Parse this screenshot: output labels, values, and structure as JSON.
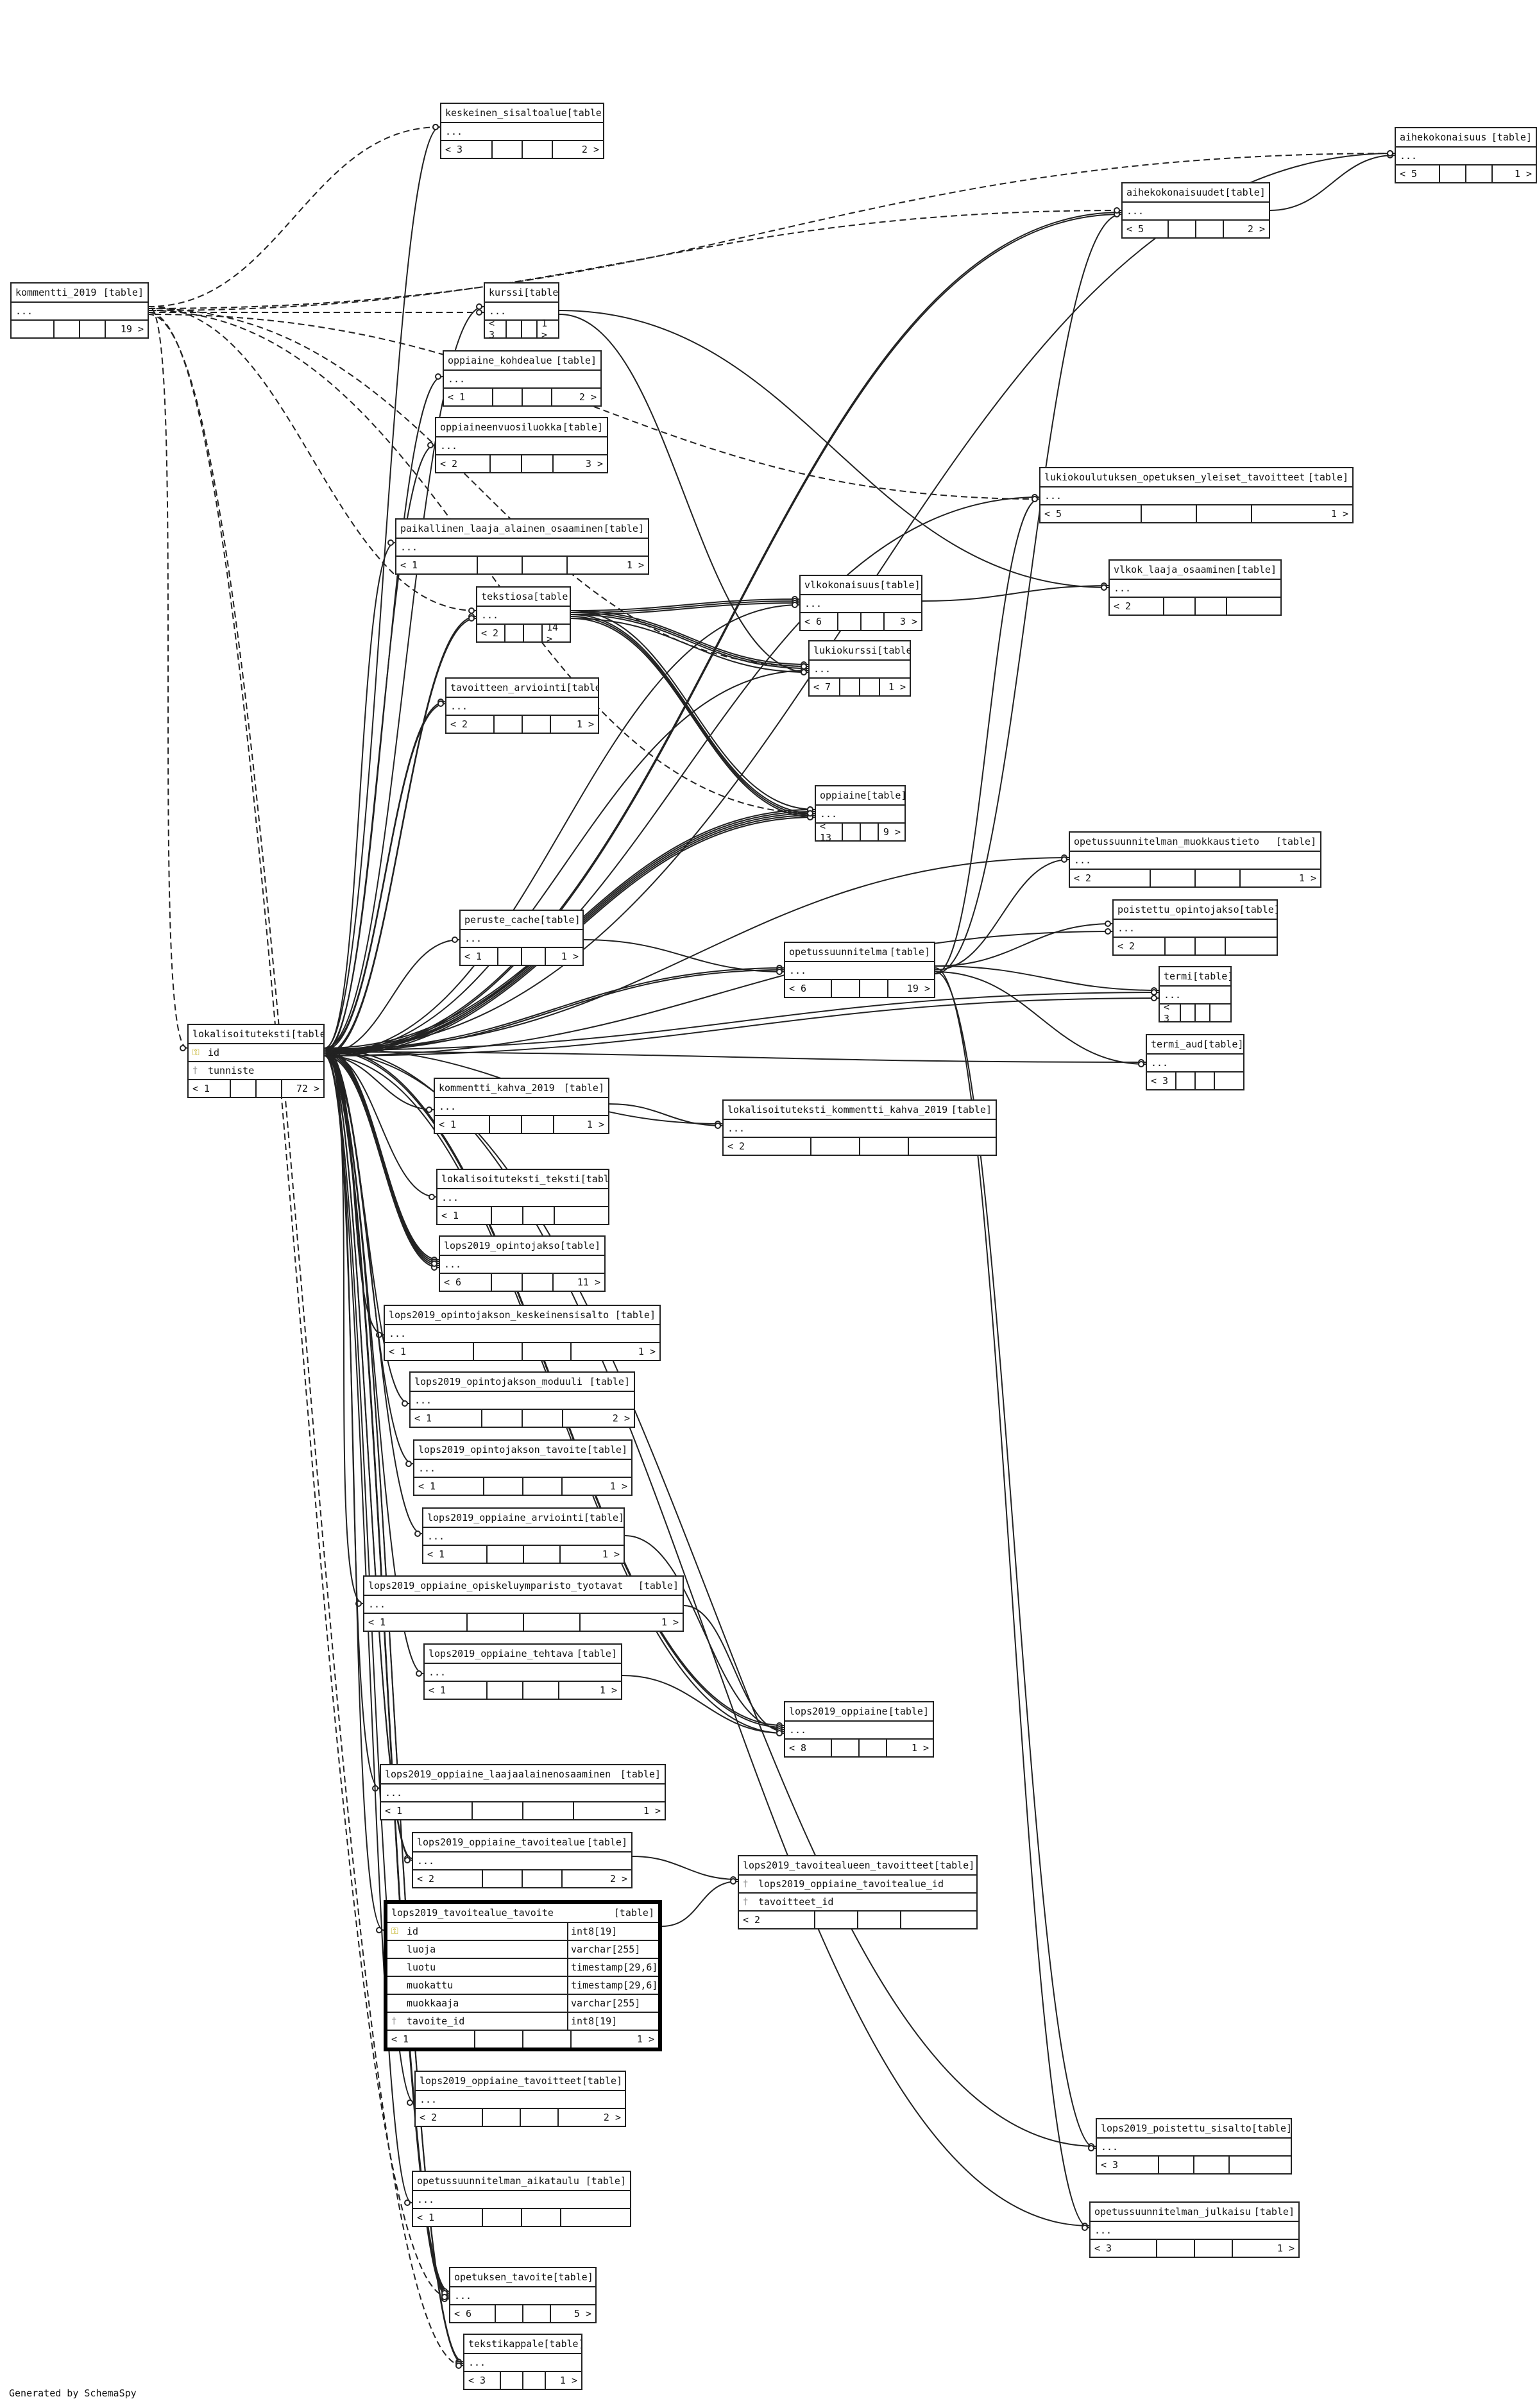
{
  "footer": "Generated by SchemaSpy",
  "table_tag": "[table]",
  "more": "...",
  "tables": [
    {
      "id": "keskeinen_sisaltoalue",
      "name": "keskeinen_sisaltoalue",
      "parents": "< 3",
      "children": "2 >"
    },
    {
      "id": "aihekokonaisuus",
      "name": "aihekokonaisuus",
      "parents": "< 5",
      "children": "1 >"
    },
    {
      "id": "aihekokonaisuudet",
      "name": "aihekokonaisuudet",
      "parents": "< 5",
      "children": "2 >"
    },
    {
      "id": "kommentti_2019",
      "name": "kommentti_2019",
      "parents": "",
      "children": "19 >"
    },
    {
      "id": "kurssi",
      "name": "kurssi",
      "parents": "< 3",
      "children": "1 >"
    },
    {
      "id": "oppiaine_kohdealue",
      "name": "oppiaine_kohdealue",
      "parents": "< 1",
      "children": "2 >"
    },
    {
      "id": "oppiaineenvuosiluokka",
      "name": "oppiaineenvuosiluokka",
      "parents": "< 2",
      "children": "3 >"
    },
    {
      "id": "lukiokoulutuksen_opetuksen_yleiset_tavoitteet",
      "name": "lukiokoulutuksen_opetuksen_yleiset_tavoitteet",
      "parents": "< 5",
      "children": "1 >"
    },
    {
      "id": "paikallinen_laaja_alainen_osaaminen",
      "name": "paikallinen_laaja_alainen_osaaminen",
      "parents": "< 1",
      "children": "1 >"
    },
    {
      "id": "vlkok_laaja_osaaminen",
      "name": "vlkok_laaja_osaaminen",
      "parents": "< 2",
      "children": ""
    },
    {
      "id": "tekstiosa",
      "name": "tekstiosa",
      "parents": "< 2",
      "children": "14 >"
    },
    {
      "id": "vlkokonaisuus",
      "name": "vlkokonaisuus",
      "parents": "< 6",
      "children": "3 >"
    },
    {
      "id": "lukiokurssi",
      "name": "lukiokurssi",
      "parents": "< 7",
      "children": "1 >"
    },
    {
      "id": "tavoitteen_arviointi",
      "name": "tavoitteen_arviointi",
      "parents": "< 2",
      "children": "1 >"
    },
    {
      "id": "oppiaine",
      "name": "oppiaine",
      "parents": "< 13",
      "children": "9 >"
    },
    {
      "id": "opetussuunnitelman_muokkaustieto",
      "name": "opetussuunnitelman_muokkaustieto",
      "parents": "< 2",
      "children": "1 >"
    },
    {
      "id": "peruste_cache",
      "name": "peruste_cache",
      "parents": "< 1",
      "children": "1 >"
    },
    {
      "id": "poistettu_opintojakso",
      "name": "poistettu_opintojakso",
      "parents": "< 2",
      "children": ""
    },
    {
      "id": "opetussuunnitelma",
      "name": "opetussuunnitelma",
      "parents": "< 6",
      "children": "19 >"
    },
    {
      "id": "termi",
      "name": "termi",
      "parents": "< 3",
      "children": ""
    },
    {
      "id": "termi_aud",
      "name": "termi_aud",
      "parents": "< 3",
      "children": ""
    },
    {
      "id": "kommentti_kahva_2019",
      "name": "kommentti_kahva_2019",
      "parents": "< 1",
      "children": "1 >"
    },
    {
      "id": "lokalisoituteksti_kommentti_kahva_2019",
      "name": "lokalisoituteksti_kommentti_kahva_2019",
      "parents": "< 2",
      "children": ""
    },
    {
      "id": "lokalisoituteksti_teksti",
      "name": "lokalisoituteksti_teksti",
      "parents": "< 1",
      "children": ""
    },
    {
      "id": "lops2019_opintojakso",
      "name": "lops2019_opintojakso",
      "parents": "< 6",
      "children": "11 >"
    },
    {
      "id": "lops2019_opintojakson_keskeinensisalto",
      "name": "lops2019_opintojakson_keskeinensisalto",
      "parents": "< 1",
      "children": "1 >"
    },
    {
      "id": "lops2019_opintojakson_moduuli",
      "name": "lops2019_opintojakson_moduuli",
      "parents": "< 1",
      "children": "2 >"
    },
    {
      "id": "lops2019_opintojakson_tavoite",
      "name": "lops2019_opintojakson_tavoite",
      "parents": "< 1",
      "children": "1 >"
    },
    {
      "id": "lops2019_oppiaine_arviointi",
      "name": "lops2019_oppiaine_arviointi",
      "parents": "< 1",
      "children": "1 >"
    },
    {
      "id": "lops2019_oppiaine_opiskeluymparisto_tyotavat",
      "name": "lops2019_oppiaine_opiskeluymparisto_tyotavat",
      "parents": "< 1",
      "children": "1 >"
    },
    {
      "id": "lops2019_oppiaine_tehtava",
      "name": "lops2019_oppiaine_tehtava",
      "parents": "< 1",
      "children": "1 >"
    },
    {
      "id": "lops2019_oppiaine",
      "name": "lops2019_oppiaine",
      "parents": "< 8",
      "children": "1 >"
    },
    {
      "id": "lops2019_oppiaine_laajaalainenosaaminen",
      "name": "lops2019_oppiaine_laajaalainenosaaminen",
      "parents": "< 1",
      "children": "1 >"
    },
    {
      "id": "lops2019_oppiaine_tavoitealue",
      "name": "lops2019_oppiaine_tavoitealue",
      "parents": "< 2",
      "children": "2 >"
    },
    {
      "id": "lops2019_tavoitealue_tavoite",
      "name": "lops2019_tavoitealue_tavoite",
      "parents": "< 1",
      "children": "1 >"
    },
    {
      "id": "lops2019_oppiaine_tavoitteet",
      "name": "lops2019_oppiaine_tavoitteet",
      "parents": "< 2",
      "children": "2 >"
    },
    {
      "id": "lops2019_poistettu_sisalto",
      "name": "lops2019_poistettu_sisalto",
      "parents": "< 3",
      "children": ""
    },
    {
      "id": "opetussuunnitelman_aikataulu",
      "name": "opetussuunnitelman_aikataulu",
      "parents": "< 1",
      "children": ""
    },
    {
      "id": "opetussuunnitelman_julkaisu",
      "name": "opetussuunnitelman_julkaisu",
      "parents": "< 3",
      "children": "1 >"
    },
    {
      "id": "opetuksen_tavoite",
      "name": "opetuksen_tavoite",
      "parents": "< 6",
      "children": "5 >"
    },
    {
      "id": "tekstikappale",
      "name": "tekstikappale",
      "parents": "< 3",
      "children": "1 >"
    },
    {
      "id": "lops2019_tavoitealueen_tavoitteet",
      "name": "lops2019_tavoitealueen_tavoitteet",
      "parents": "< 2",
      "children": ""
    },
    {
      "id": "lokalisoituteksti",
      "name": "lokalisoituteksti",
      "parents": "< 1",
      "children": "72 >"
    }
  ],
  "lokalisoituteksti_columns": [
    {
      "name": "id",
      "key": "pk"
    },
    {
      "name": "tunniste",
      "key": "fk"
    }
  ],
  "tavoitealueen_tavoitteet_columns": [
    {
      "name": "lops2019_oppiaine_tavoitealue_id",
      "key": "fk"
    },
    {
      "name": "tavoitteet_id",
      "key": "fk"
    }
  ],
  "focus_columns": [
    {
      "name": "id",
      "type": "int8[19]",
      "key": "pk"
    },
    {
      "name": "luoja",
      "type": "varchar[255]",
      "key": ""
    },
    {
      "name": "luotu",
      "type": "timestamp[29,6]",
      "key": ""
    },
    {
      "name": "muokattu",
      "type": "timestamp[29,6]",
      "key": ""
    },
    {
      "name": "muokkaaja",
      "type": "varchar[255]",
      "key": ""
    },
    {
      "name": "tavoite_id",
      "type": "int8[19]",
      "key": "fk"
    }
  ],
  "relations": [
    [
      "keskeinen_sisaltoalue",
      "lokalisoituteksti"
    ],
    [
      "aihekokonaisuus",
      "lokalisoituteksti"
    ],
    [
      "aihekokonaisuus",
      "aihekokonaisuudet"
    ],
    [
      "aihekokonaisuudet",
      "lokalisoituteksti"
    ],
    [
      "aihekokonaisuudet",
      "lokalisoituteksti"
    ],
    [
      "kurssi",
      "lokalisoituteksti"
    ],
    [
      "oppiaine_kohdealue",
      "lokalisoituteksti"
    ],
    [
      "oppiaineenvuosiluokka",
      "lokalisoituteksti"
    ],
    [
      "lukiokoulutuksen_opetuksen_yleiset_tavoitteet",
      "lokalisoituteksti"
    ],
    [
      "lukiokoulutuksen_opetuksen_yleiset_tavoitteet",
      "opetussuunnitelma"
    ],
    [
      "paikallinen_laaja_alainen_osaaminen",
      "lokalisoituteksti"
    ],
    [
      "vlkok_laaja_osaaminen",
      "vlkokonaisuus"
    ],
    [
      "vlkok_laaja_osaaminen",
      "kurssi"
    ],
    [
      "tekstiosa",
      "lokalisoituteksti"
    ],
    [
      "tekstiosa",
      "lokalisoituteksti"
    ],
    [
      "vlkokonaisuus",
      "tekstiosa"
    ],
    [
      "vlkokonaisuus",
      "tekstiosa"
    ],
    [
      "vlkokonaisuus",
      "tekstiosa"
    ],
    [
      "vlkokonaisuus",
      "lokalisoituteksti"
    ],
    [
      "lukiokurssi",
      "tekstiosa"
    ],
    [
      "lukiokurssi",
      "tekstiosa"
    ],
    [
      "lukiokurssi",
      "tekstiosa"
    ],
    [
      "lukiokurssi",
      "tekstiosa"
    ],
    [
      "lukiokurssi",
      "lokalisoituteksti"
    ],
    [
      "lukiokurssi",
      "kurssi"
    ],
    [
      "tavoitteen_arviointi",
      "lokalisoituteksti"
    ],
    [
      "tavoitteen_arviointi",
      "lokalisoituteksti"
    ],
    [
      "oppiaine",
      "tekstiosa"
    ],
    [
      "oppiaine",
      "tekstiosa"
    ],
    [
      "oppiaine",
      "tekstiosa"
    ],
    [
      "oppiaine",
      "tekstiosa"
    ],
    [
      "oppiaine",
      "lokalisoituteksti"
    ],
    [
      "oppiaine",
      "lokalisoituteksti"
    ],
    [
      "oppiaine",
      "lokalisoituteksti"
    ],
    [
      "oppiaine",
      "lokalisoituteksti"
    ],
    [
      "oppiaine",
      "lokalisoituteksti"
    ],
    [
      "opetussuunnitelman_muokkaustieto",
      "lokalisoituteksti"
    ],
    [
      "opetussuunnitelman_muokkaustieto",
      "opetussuunnitelma"
    ],
    [
      "peruste_cache",
      "lokalisoituteksti"
    ],
    [
      "poistettu_opintojakso",
      "lokalisoituteksti"
    ],
    [
      "poistettu_opintojakso",
      "opetussuunnitelma"
    ],
    [
      "opetussuunnitelma",
      "lokalisoituteksti"
    ],
    [
      "opetussuunnitelma",
      "lokalisoituteksti"
    ],
    [
      "opetussuunnitelma",
      "peruste_cache"
    ],
    [
      "termi",
      "lokalisoituteksti"
    ],
    [
      "termi",
      "opetussuunnitelma"
    ],
    [
      "termi",
      "lokalisoituteksti"
    ],
    [
      "termi_aud",
      "lokalisoituteksti"
    ],
    [
      "termi_aud",
      "opetussuunnitelma"
    ],
    [
      "kommentti_kahva_2019",
      "lokalisoituteksti"
    ],
    [
      "lokalisoituteksti_kommentti_kahva_2019",
      "lokalisoituteksti"
    ],
    [
      "lokalisoituteksti_kommentti_kahva_2019",
      "kommentti_kahva_2019"
    ],
    [
      "lokalisoituteksti_teksti",
      "lokalisoituteksti"
    ],
    [
      "lops2019_opintojakso",
      "lokalisoituteksti"
    ],
    [
      "lops2019_opintojakso",
      "lokalisoituteksti"
    ],
    [
      "lops2019_opintojakso",
      "lokalisoituteksti"
    ],
    [
      "lops2019_opintojakso",
      "lokalisoituteksti"
    ],
    [
      "lops2019_opintojakso",
      "lokalisoituteksti"
    ],
    [
      "lops2019_opintojakson_keskeinensisalto",
      "lokalisoituteksti"
    ],
    [
      "lops2019_opintojakson_moduuli",
      "lokalisoituteksti"
    ],
    [
      "lops2019_opintojakson_tavoite",
      "lokalisoituteksti"
    ],
    [
      "lops2019_oppiaine_arviointi",
      "lokalisoituteksti"
    ],
    [
      "lops2019_oppiaine_opiskeluymparisto_tyotavat",
      "lokalisoituteksti"
    ],
    [
      "lops2019_oppiaine_tehtava",
      "lokalisoituteksti"
    ],
    [
      "lops2019_oppiaine",
      "lokalisoituteksti"
    ],
    [
      "lops2019_oppiaine",
      "lokalisoituteksti"
    ],
    [
      "lops2019_oppiaine",
      "lokalisoituteksti"
    ],
    [
      "lops2019_oppiaine",
      "lops2019_oppiaine_arviointi"
    ],
    [
      "lops2019_oppiaine",
      "lops2019_oppiaine_opiskeluymparisto_tyotavat"
    ],
    [
      "lops2019_oppiaine",
      "lops2019_oppiaine_tehtava"
    ],
    [
      "lops2019_oppiaine_laajaalainenosaaminen",
      "lokalisoituteksti"
    ],
    [
      "lops2019_oppiaine_tavoitealue",
      "lokalisoituteksti"
    ],
    [
      "lops2019_oppiaine_tavoitealue",
      "lokalisoituteksti"
    ],
    [
      "lops2019_tavoitealue_tavoite",
      "lokalisoituteksti"
    ],
    [
      "lops2019_oppiaine_tavoitteet",
      "lokalisoituteksti"
    ],
    [
      "lops2019_tavoitealueen_tavoitteet",
      "lops2019_oppiaine_tavoitealue"
    ],
    [
      "lops2019_tavoitealueen_tavoitteet",
      "lops2019_tavoitealue_tavoite"
    ],
    [
      "lops2019_poistettu_sisalto",
      "lokalisoituteksti"
    ],
    [
      "lops2019_poistettu_sisalto",
      "opetussuunnitelma"
    ],
    [
      "opetussuunnitelman_aikataulu",
      "lokalisoituteksti"
    ],
    [
      "opetussuunnitelman_julkaisu",
      "lokalisoituteksti"
    ],
    [
      "opetussuunnitelman_julkaisu",
      "opetussuunnitelma"
    ],
    [
      "opetuksen_tavoite",
      "lokalisoituteksti"
    ],
    [
      "opetuksen_tavoite",
      "lokalisoituteksti"
    ],
    [
      "opetuksen_tavoite",
      "lokalisoituteksti"
    ],
    [
      "opetuksen_tavoite",
      "lokalisoituteksti"
    ],
    [
      "opetuksen_tavoite",
      "lokalisoituteksti"
    ],
    [
      "tekstikappale",
      "lokalisoituteksti"
    ],
    [
      "tekstikappale",
      "lokalisoituteksti"
    ],
    [
      "aihekokonaisuudet",
      "opetussuunnitelma"
    ]
  ],
  "implied_relations": [
    [
      "keskeinen_sisaltoalue",
      "kommentti_2019"
    ],
    [
      "aihekokonaisuus",
      "kommentti_2019"
    ],
    [
      "aihekokonaisuudet",
      "kommentti_2019"
    ],
    [
      "kurssi",
      "kommentti_2019"
    ],
    [
      "lukiokoulutuksen_opetuksen_yleiset_tavoitteet",
      "kommentti_2019"
    ],
    [
      "tekstiosa",
      "kommentti_2019"
    ],
    [
      "lukiokurssi",
      "kommentti_2019"
    ],
    [
      "oppiaine",
      "kommentti_2019"
    ],
    [
      "opetuksen_tavoite",
      "kommentti_2019"
    ],
    [
      "tekstikappale",
      "kommentti_2019"
    ],
    [
      "lokalisoituteksti",
      "kommentti_2019"
    ]
  ]
}
